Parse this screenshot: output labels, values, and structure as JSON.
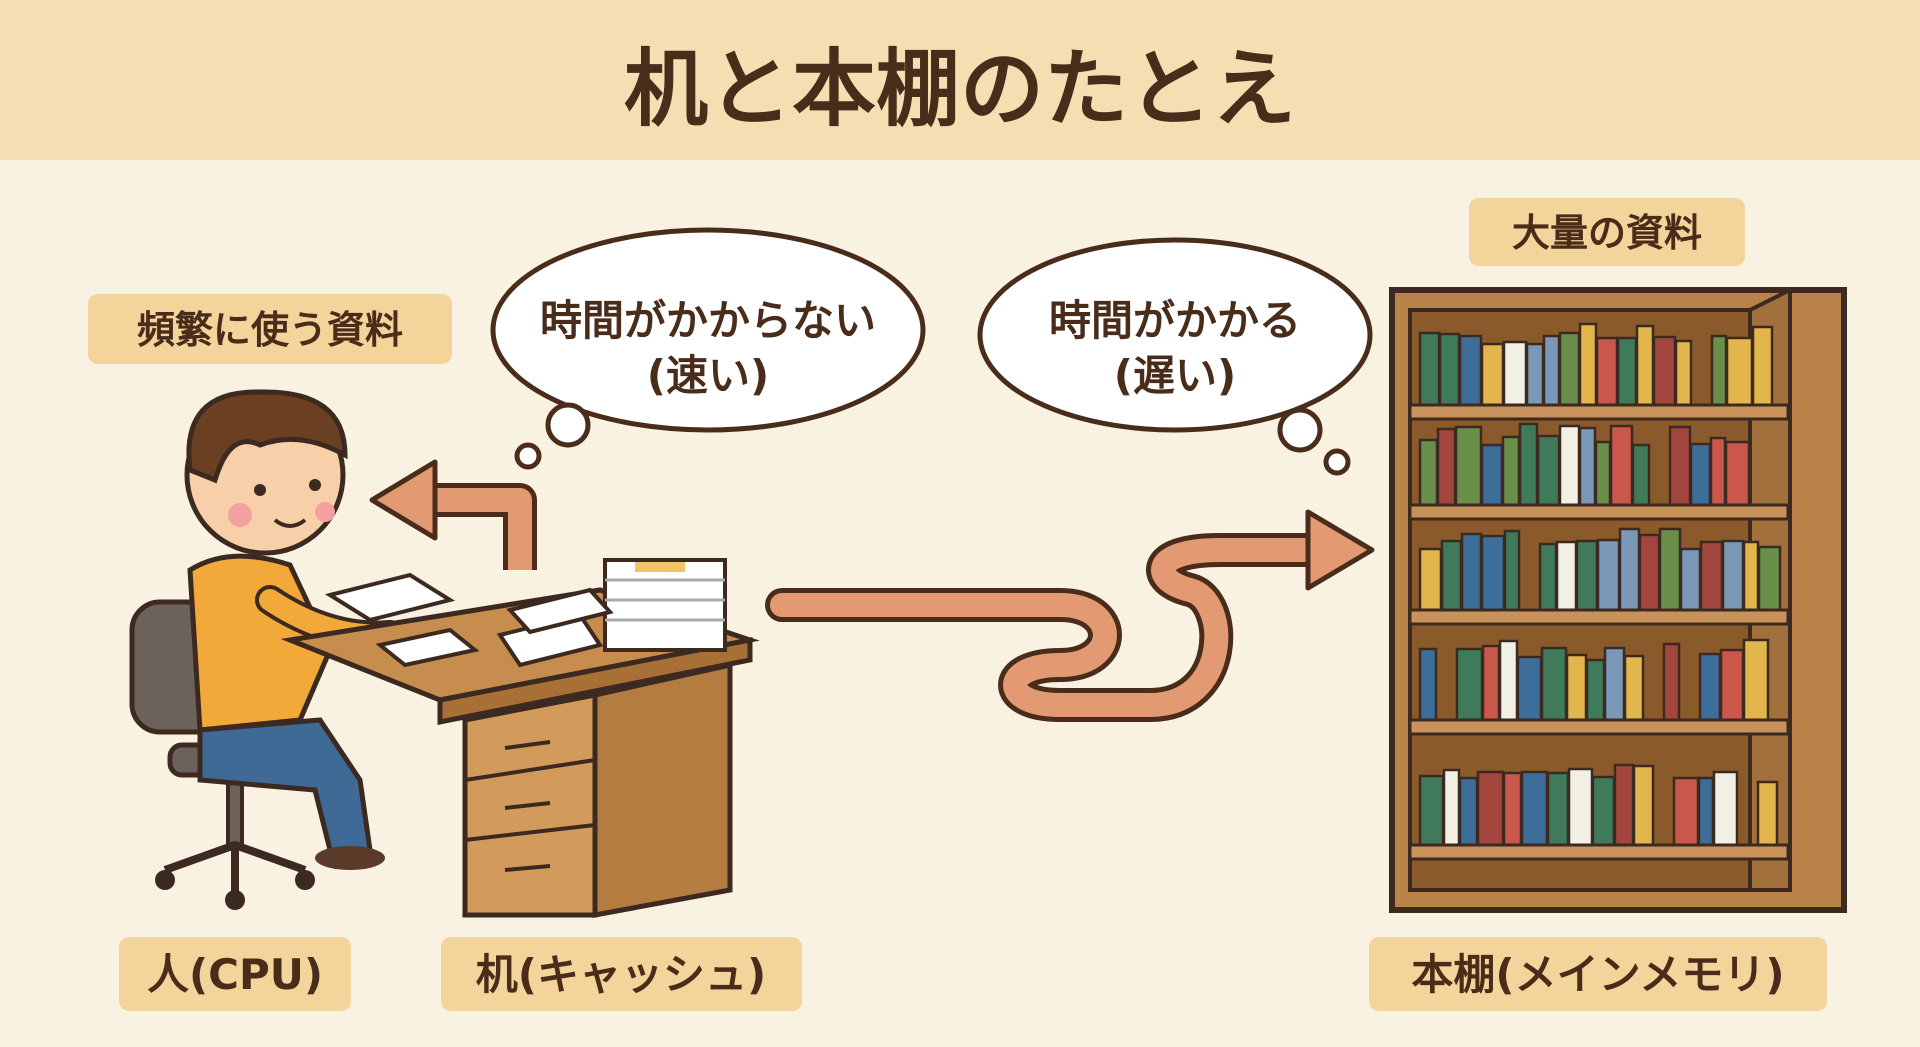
{
  "title": "机と本棚のたとえ",
  "labels": {
    "frequent_materials": "頻繁に使う資料",
    "large_materials": "大量の資料",
    "person": "人(CPU)",
    "desk": "机(キャッシュ)",
    "bookshelf": "本棚(メインメモリ)"
  },
  "bubbles": {
    "fast_line1": "時間がかからない",
    "fast_line2": "(速い)",
    "slow_line1": "時間がかかる",
    "slow_line2": "(遅い)"
  },
  "colors": {
    "background": "#f9f1e2",
    "header": "#f5dfb2",
    "label_box": "#f3d49a",
    "text": "#4a2c1a",
    "arrow": "#e39a73",
    "wood": "#b9834a"
  }
}
